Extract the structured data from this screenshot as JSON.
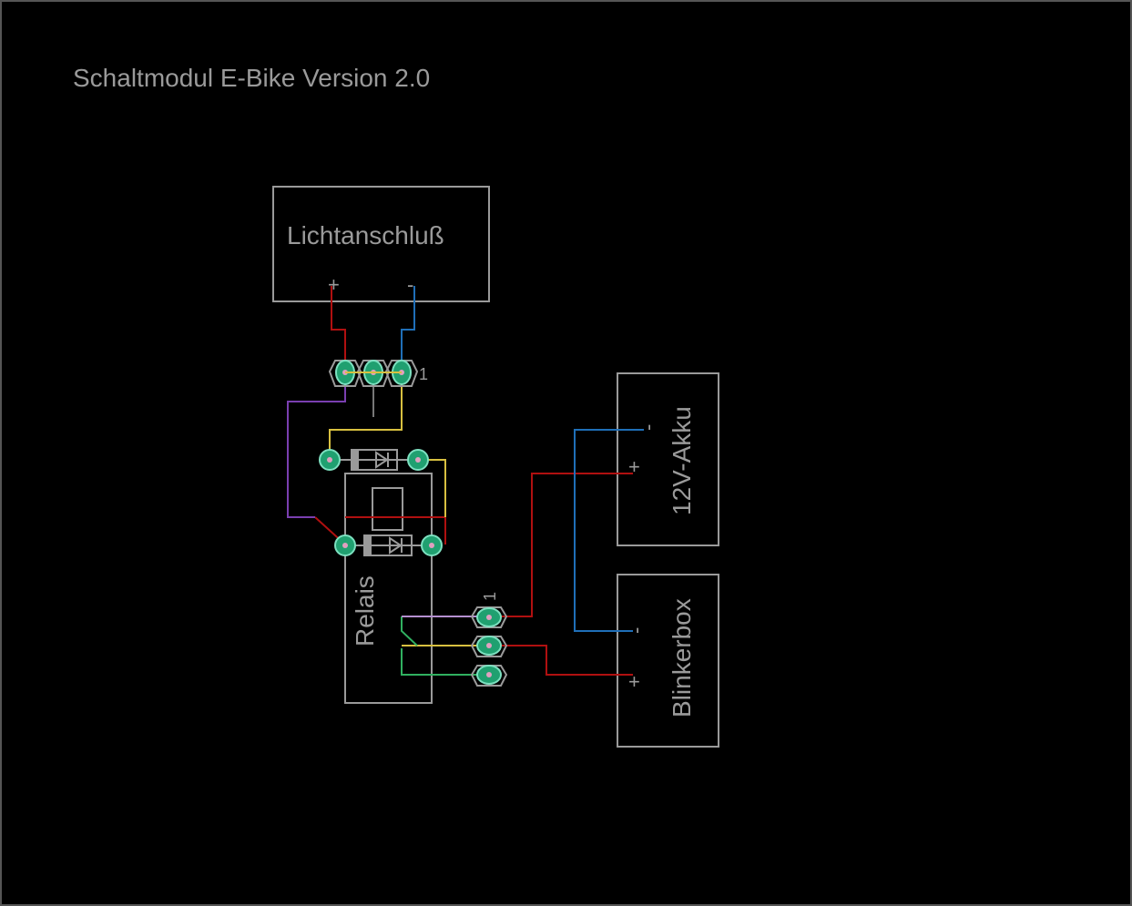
{
  "title": "Schaltmodul E-Bike Version 2.0",
  "blocks": {
    "light": {
      "label": "Lichtanschluß",
      "plus": "+",
      "minus": "-"
    },
    "battery": {
      "label": "12V-Akku",
      "plus": "+",
      "minus": "-"
    },
    "blinker": {
      "label": "Blinkerbox",
      "plus": "+",
      "minus": "-"
    },
    "relay": {
      "label": "Relais"
    }
  },
  "pin_markers": {
    "top_header": "1",
    "right_header": "1"
  },
  "colors": {
    "background": "#000000",
    "outline": "#9a9a9a",
    "positive_wire": "#b01010",
    "negative_wire": "#1f6fb8",
    "signal_yellow": "#d8c040",
    "signal_purple": "#7a3fb0",
    "signal_green": "#30b060",
    "pad_fill": "#20a070",
    "pad_ring": "#7de0c0"
  },
  "icons": {
    "diode": "diode-icon"
  }
}
